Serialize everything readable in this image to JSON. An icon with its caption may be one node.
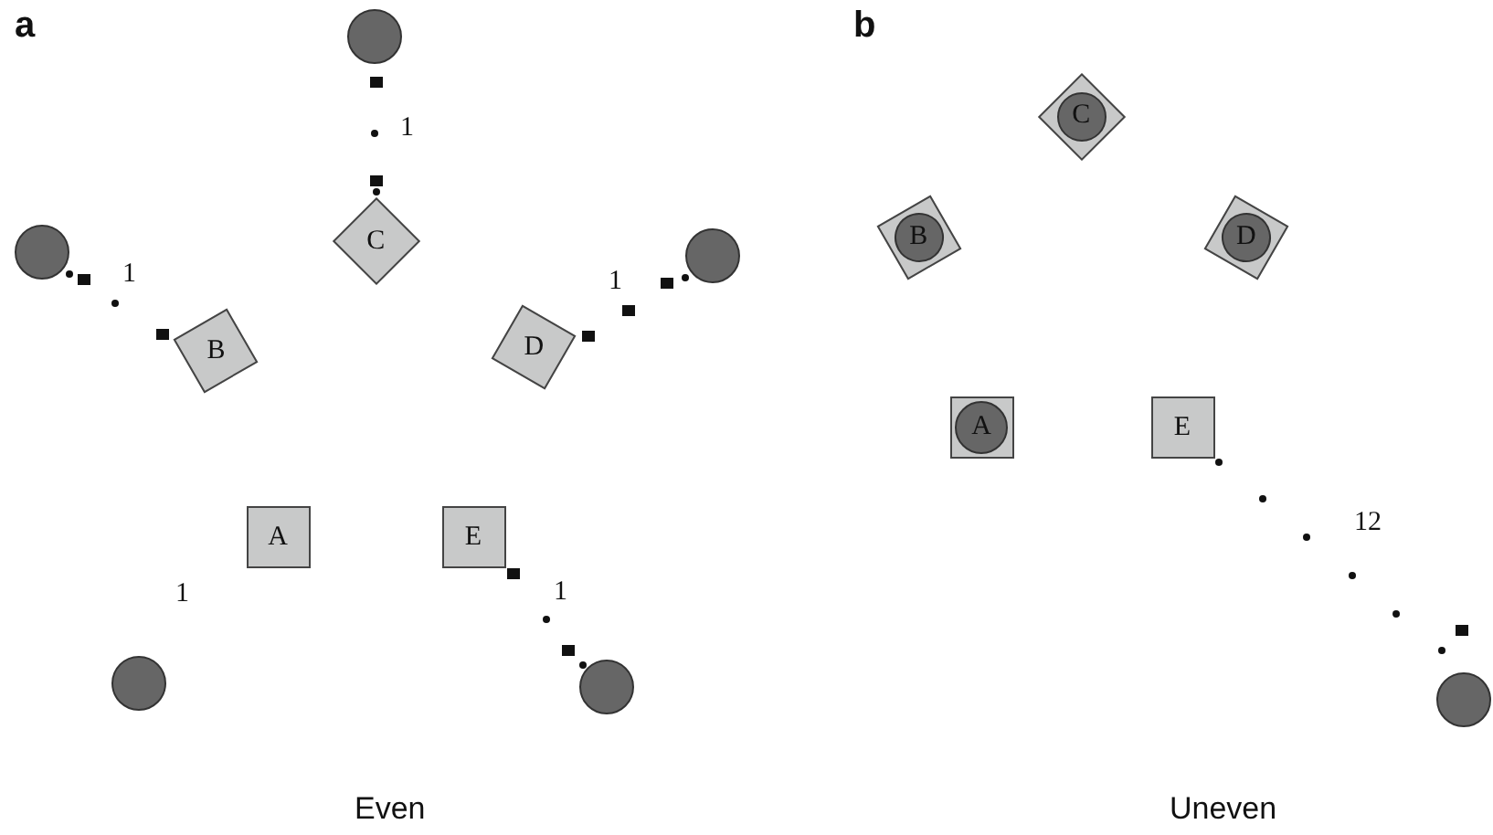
{
  "diagram": {
    "nodes": [
      {
        "text": [],
        "shape": "circle"
      },
      {
        "text": [
          "C"
        ]
      },
      {
        "text": [],
        "shape": "circle"
      },
      {
        "text": [],
        "shape": "circle"
      },
      {
        "text": [
          "B"
        ]
      },
      {
        "text": [
          "D"
        ]
      },
      {
        "text": [
          "A"
        ]
      },
      {
        "text": [
          "E"
        ]
      },
      {
        "text": [],
        "shape": "circle"
      },
      {
        "text": [],
        "shape": "circle"
      },
      {
        "text": [],
        "shape": "diamond"
      },
      {
        "text": [
          "C"
        ],
        "in": 10
      },
      {
        "text": [],
        "shape": "box"
      },
      {
        "text": [
          "B"
        ],
        "in": 12
      },
      {
        "text": [],
        "shape": "box"
      },
      {
        "text": [
          "D"
        ],
        "in": 14
      },
      {
        "text": [],
        "shape": "box"
      },
      {
        "text": [
          "A"
        ],
        "in": 16
      },
      {
        "text": [
          "E"
        ]
      },
      {
        "text": [],
        "shape": "circle"
      }
    ],
    "labels": [
      "a",
      "b",
      "1",
      "1",
      "1",
      "1",
      "1",
      "12",
      "Even",
      "Uneven"
    ]
  }
}
